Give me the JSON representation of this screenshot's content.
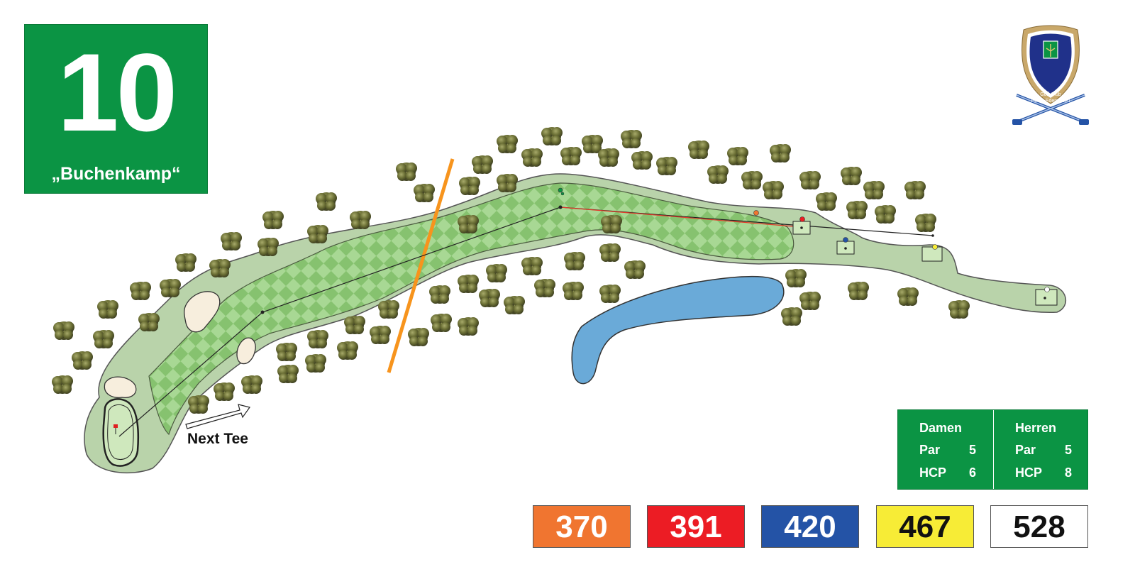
{
  "hole": {
    "number": "10",
    "name": "„Buchenkamp“"
  },
  "next_tee_label": "Next Tee",
  "scorecard": {
    "damen": {
      "title": "Damen",
      "par_label": "Par",
      "par": "5",
      "hcp_label": "HCP",
      "hcp": "6"
    },
    "herren": {
      "title": "Herren",
      "par_label": "Par",
      "par": "5",
      "hcp_label": "HCP",
      "hcp": "8"
    }
  },
  "distances": [
    {
      "value": "370",
      "tee": "orange",
      "bg": "#f07530",
      "fg": "#ffffff"
    },
    {
      "value": "391",
      "tee": "red",
      "bg": "#ec1c24",
      "fg": "#ffffff"
    },
    {
      "value": "420",
      "tee": "blue",
      "bg": "#2453a6",
      "fg": "#ffffff"
    },
    {
      "value": "467",
      "tee": "yellow",
      "bg": "#f7ec36",
      "fg": "#111111"
    },
    {
      "value": "528",
      "tee": "white",
      "bg": "#ffffff",
      "fg": "#111111"
    }
  ],
  "logo": {
    "line1": "Golf-Club",
    "line2": "Peine-Edemissen"
  },
  "colors": {
    "header_green": "#0b9444",
    "rough": "#b5cfa6",
    "fairway": "#9fd38a",
    "water": "#6aaad8",
    "bunker": "#f7eedd",
    "boundary": "#f7941d"
  }
}
